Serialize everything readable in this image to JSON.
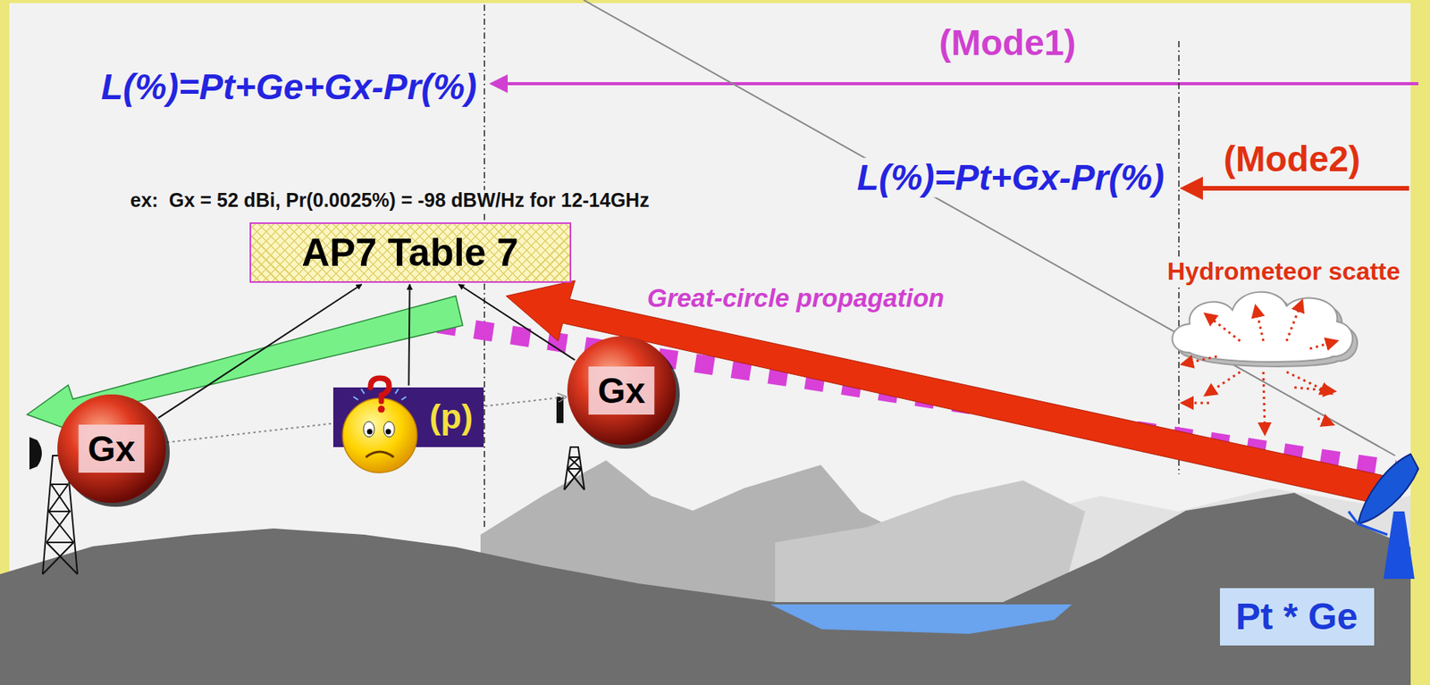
{
  "diagram": {
    "nodes": [
      {
        "text": [
          "AP7 Table 7"
        ]
      },
      {
        "text": [
          "Gx"
        ]
      },
      {
        "text": [
          "(p)"
        ]
      },
      {
        "text": [
          "Gx"
        ]
      },
      {
        "text": [
          "Pt * Ge"
        ]
      }
    ],
    "edges": [
      {
        "from": 1,
        "to": 0,
        "arrow": "to"
      },
      {
        "from": 2,
        "to": 0,
        "arrow": "to"
      },
      {
        "from": 3,
        "to": 0,
        "arrow": "to"
      },
      {
        "from": 1,
        "to": 3,
        "arrow": "to"
      }
    ],
    "labels": [
      "(Mode1)",
      "L(%)=Pt+Ge+Gx-Pr(%)",
      "(Mode2)",
      "L(%)=Pt+Gx-Pr(%)",
      "ex:  Gx = 52 dBi, Pr(0.0025%) = -98 dBW/Hz for 12-14GHz",
      "Great-circle propagation",
      "Hydrometeor scatte"
    ]
  }
}
